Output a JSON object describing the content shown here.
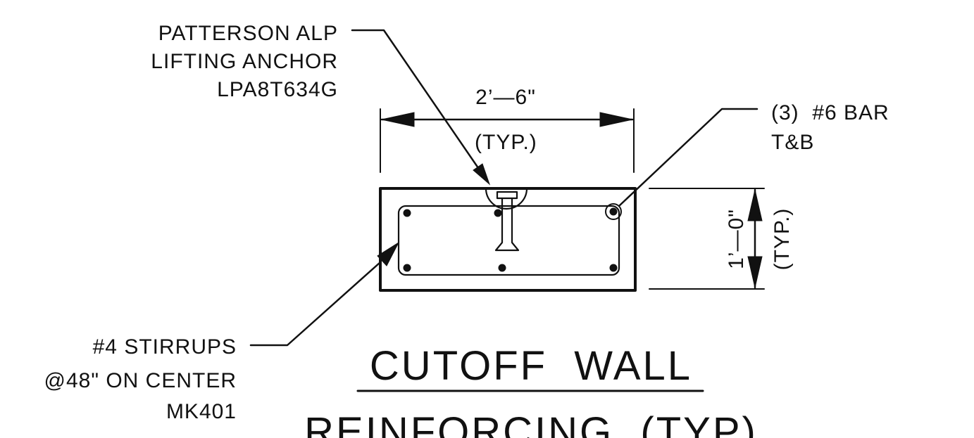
{
  "notes": {
    "anchor": {
      "line1": "PATTERSON ALP",
      "line2": "LIFTING ANCHOR",
      "line3": "LPA8T634G"
    },
    "width_dimension": "2’—6\"",
    "typ_label": "(TYP.)",
    "bar": {
      "line1": "(3)  #6 BAR",
      "line2": "T&B"
    },
    "height_dimension": "1’—0\"",
    "height_typ": "(TYP.)",
    "stirrups": {
      "line1": "#4 STIRRUPS",
      "line2": "@48\" ON CENTER",
      "line3": "MK401"
    }
  },
  "title": {
    "line1": "CUTOFF  WALL",
    "line2": "REINFORCING  (TYP)"
  },
  "rebar": {
    "count_per_face": 3,
    "faces": [
      "top",
      "bottom"
    ]
  },
  "colors": {
    "ink": "#111111",
    "paper": "#ffffff"
  }
}
